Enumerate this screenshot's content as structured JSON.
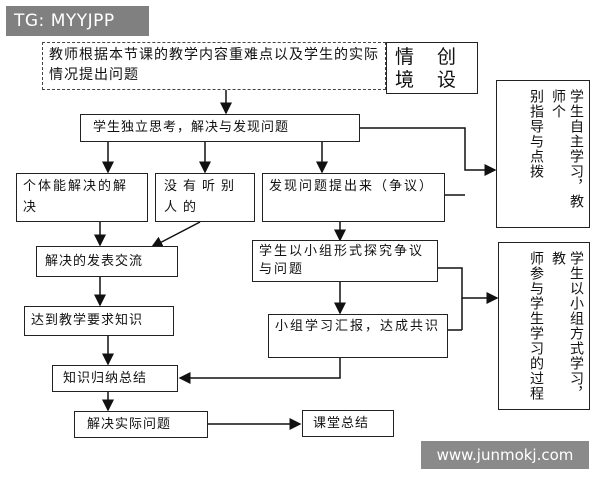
{
  "watermark_top": "TG: MYYJPP",
  "watermark_bottom": "www.junmokj.com",
  "boxes": {
    "teacher_problem": "教师根据本节课的教学内容重难点以及学生的实际情况提出问题",
    "create_situation_1": "情　创",
    "create_situation_2": "境　设",
    "independent_think": "学生独立思考，解决与发现问题",
    "individual_solve": "个体能解决的解决",
    "unheard": "没有听别人的",
    "raise_problem": "发现问题提出来（争议）",
    "present_exchange": "解决的发表交流",
    "group_explore": "学生以小组形式探究争议与问题",
    "meet_requirements": "达到教学要求知识",
    "group_report": "小组学习汇报，达成共识",
    "summarize": "知识归纳总结",
    "solve_practical": "解决实际问题",
    "class_summary": "课堂总结",
    "side_top_a": "学生自主学习，教师个",
    "side_top_b": "别指导与点拨",
    "side_bottom_a": "学生以小组方式学习，教",
    "side_bottom_b": "师参与学生学习的过程"
  }
}
